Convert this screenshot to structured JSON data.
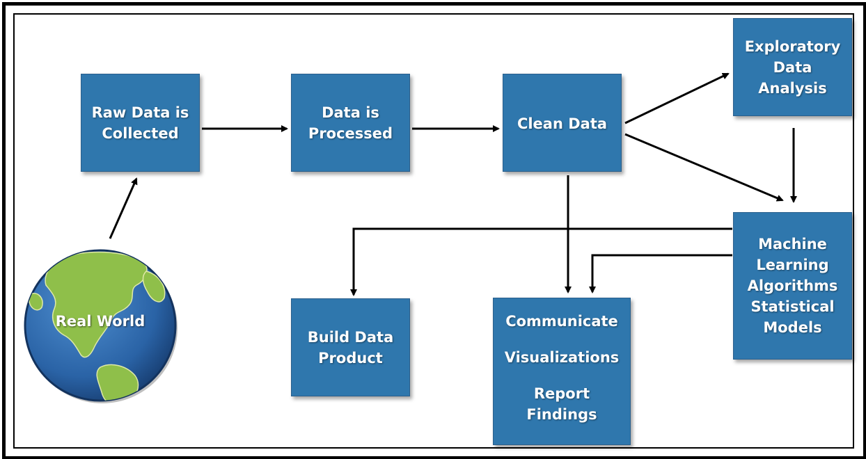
{
  "nodes": {
    "raw_data": "Raw Data is\nCollected",
    "processed": "Data is\nProcessed",
    "clean": "Clean Data",
    "eda": "Exploratory\nData\nAnalysis",
    "ml": "Machine\nLearning\nAlgorithms\nStatistical\nModels",
    "build": "Build Data\nProduct",
    "communicate": "Communicate",
    "visualizations": "Visualizations",
    "report": "Report\nFindings",
    "real_world": "Real World"
  },
  "colors": {
    "box_fill": "#2f77ad",
    "ocean": "#2a63a6",
    "land": "#8fbf4a",
    "arrow": "#000000"
  }
}
